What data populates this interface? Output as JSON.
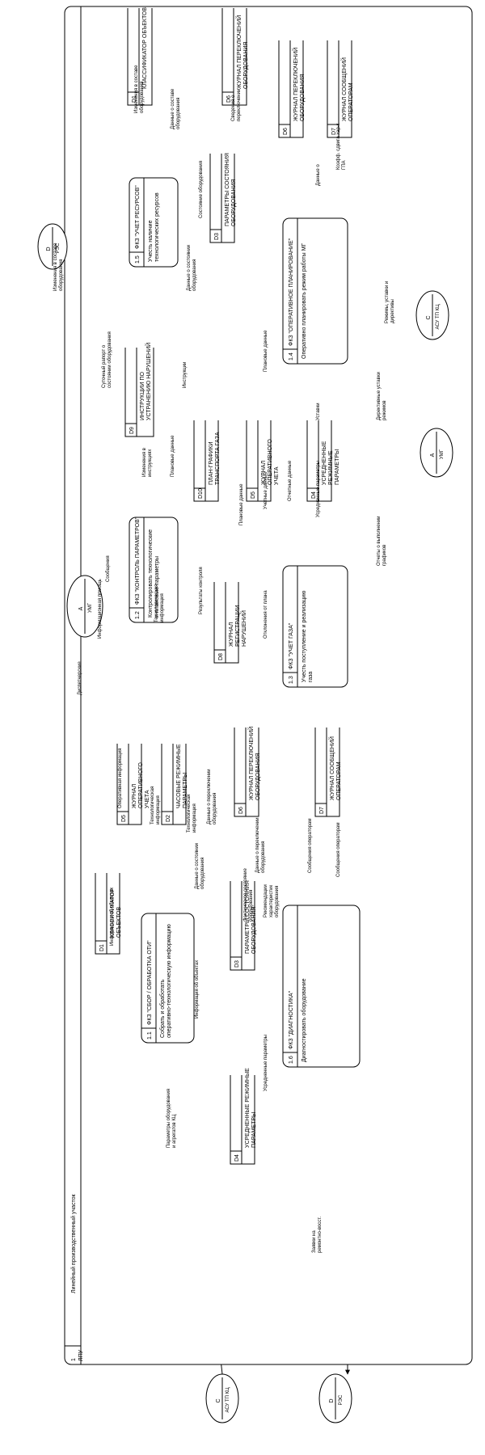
{
  "frame": {
    "id": "1",
    "name": "ЛПУ",
    "subtitle": "Линейный производственный участок"
  },
  "processes": [
    {
      "key": "p11",
      "id": "1.1",
      "title": "ФКЗ \"СБОР / ОБРАБОТКА ОТИ\"",
      "body": "Собрать и обработать оперативно-технологическую информацию"
    },
    {
      "key": "p12",
      "id": "1.2",
      "title": "ФКЗ \"КОНТРОЛЬ ПАРАМЕТРОВ\"",
      "body": "Контролировать технологические и плановые параметры"
    },
    {
      "key": "p13",
      "id": "1.3",
      "title": "ФКЗ \"УЧЕТ ГАЗА\"",
      "body": "Учесть поступление и реализацию газа"
    },
    {
      "key": "p14",
      "id": "1.4",
      "title": "ФКЗ \"ОПЕРАТИВНОЕ ПЛАНИРОВАНИЕ\"",
      "body": "Оперативно планировать режим работы МГ"
    },
    {
      "key": "p15",
      "id": "1.5",
      "title": "ФКЗ \"УЧЕТ РЕСУРСОВ\"",
      "body": "Учесть наличие технологических ресурсов"
    },
    {
      "key": "p16",
      "id": "1.6",
      "title": "ФКЗ \"ДИАГНОСТИКА\"",
      "body": "Диагностировать оборудование"
    }
  ],
  "stores": [
    {
      "key": "s_d1a",
      "id": "D1",
      "name": "КЛАССИФИКАТОР ОБЪЕКТОВ"
    },
    {
      "key": "s_d6a",
      "id": "D6",
      "name": "ЖУРНАЛ ПЕРЕКЛЮЧЕНИЙ ОБОРУДОВАНИЯ"
    },
    {
      "key": "s_d3a",
      "id": "D3",
      "name": "ПАРАМЕТРЫ СОСТОЯНИЯ ОБОРУДОВАНИЯ"
    },
    {
      "key": "s_d6b",
      "id": "D6",
      "name": "ЖУРНАЛ ПЕРЕКЛЮЧЕНИЙ ОБОРУДОВАНИЯ"
    },
    {
      "key": "s_d7a",
      "id": "D7",
      "name": "ЖУРНАЛ СООБЩЕНИЙ ОПЕРАТОРАМ"
    },
    {
      "key": "s_d9",
      "id": "D9",
      "name": "ИНСТРУКЦИИ ПО УСТРАНЕНИЮ НАРУШЕНИЙ"
    },
    {
      "key": "s_d10",
      "id": "D10",
      "name": "ПЛАН-ГРАФИКИ ТРАНСПОРТА ГАЗА"
    },
    {
      "key": "s_d5a",
      "id": "D5",
      "name": "ЖУРНАЛ ОПЕРАТИВНОГО УЧЕТА"
    },
    {
      "key": "s_d4a",
      "id": "D4",
      "name": "УСРЕДНЕННЫЕ РЕЖИМНЫЕ ПАРАМЕТРЫ"
    },
    {
      "key": "s_d8",
      "id": "D8",
      "name": "ЖУРНАЛ РЕГИСТРАЦИИ НАРУШЕНИЙ"
    },
    {
      "key": "s_d5b",
      "id": "D5",
      "name": "ЖУРНАЛ ОПЕРАТИВНОГО УЧЕТА"
    },
    {
      "key": "s_d2",
      "id": "D2",
      "name": "ЧАСОВЫЕ РЕЖИМНЫЕ ПАРАМЕТРЫ"
    },
    {
      "key": "s_d6c",
      "id": "D6",
      "name": "ЖУРНАЛ ПЕРЕКЛЮЧЕНИЙ ОБОРУДОВАНИЯ"
    },
    {
      "key": "s_d7b",
      "id": "D7",
      "name": "ЖУРНАЛ СООБЩЕНИЙ ОПЕРАТОРАМ"
    },
    {
      "key": "s_d1b",
      "id": "D1",
      "name": "КЛАССИФИКАТОР ОБЪЕКТОВ"
    },
    {
      "key": "s_d3b",
      "id": "D3",
      "name": "ПАРАМЕТРЫ СОСТОЯНИЯ ОБОРУДОВАНИЯ"
    },
    {
      "key": "s_d4b",
      "id": "D4",
      "name": "УСРЕДНЕННЫЕ РЕЖИМНЫЕ ПАРАМЕТРЫ"
    }
  ],
  "externals": [
    {
      "key": "e_rzs_top",
      "letter": "D",
      "name": "РЭС"
    },
    {
      "key": "e_asu_top",
      "letter": "C",
      "name": "АСУ ТП КЦ"
    },
    {
      "key": "e_umg_mid",
      "letter": "A",
      "name": "УМГ"
    },
    {
      "key": "e_umg_left",
      "letter": "A",
      "name": "УМГ"
    },
    {
      "key": "e_asu_bot",
      "letter": "C",
      "name": "АСУ ТП КЦ"
    },
    {
      "key": "e_rzs_bot",
      "letter": "D",
      "name": "РЭС"
    }
  ],
  "flows": [
    "Изменения в составе оборудования",
    "Сведения о переключении",
    "Данные о составе оборудования",
    "Состояние оборудования",
    "Данные о состоянии оборудования",
    "Данные о",
    "Коэфф. сдвига хар-к ГПА",
    "Режимы, уставки и директивы",
    "Директивные уставки режимов",
    "Уставки",
    "Плановые данные",
    "Инструкции",
    "Изменения в инструкциях",
    "Плановые данные",
    "Учетные данные",
    "Отчетные данные",
    "Усредненные параметры",
    "Плановые данные",
    "Отчеты о выполнении графиков",
    "Отклонения от плана",
    "Результаты контроля",
    "Суточный рапорт о состоянии оборудования",
    "Изменения в составе оборудования",
    "Сообщения",
    "Технологическая информация",
    "Информационная помощь",
    "Диспетчерские",
    "Оперативная информация",
    "Технологическая информация",
    "Технологическая информация",
    "Данные о переключении оборудования",
    "Данные о состоянии оборудования",
    "Данные о переключении оборудования",
    "Сообщения операторам",
    "Сообщения операторам",
    "Фактическое состояние оборудования",
    "Рекомендации характеристик оборудования",
    "Информация об объектах",
    "Информация об объектах",
    "Усредненные параметры",
    "Параметры оборудования и агрегатов КЦ",
    "Заявки на ремонтно-восст."
  ]
}
